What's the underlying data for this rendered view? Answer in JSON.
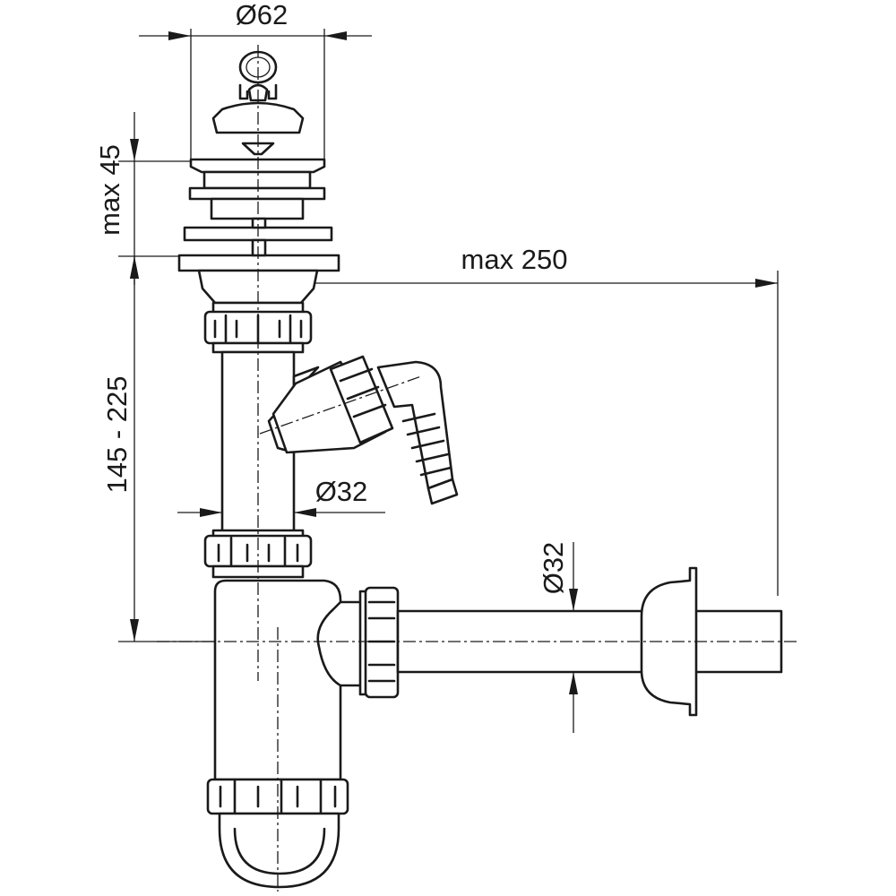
{
  "dimensions": {
    "top_diameter": "Ø62",
    "max_height": "max 45",
    "max_length": "max 250",
    "height_range": "145 - 225",
    "pipe_diameter_vertical": "Ø32",
    "pipe_diameter_horizontal": "Ø32"
  },
  "colors": {
    "line": "#1a1a1a",
    "background": "#ffffff"
  }
}
